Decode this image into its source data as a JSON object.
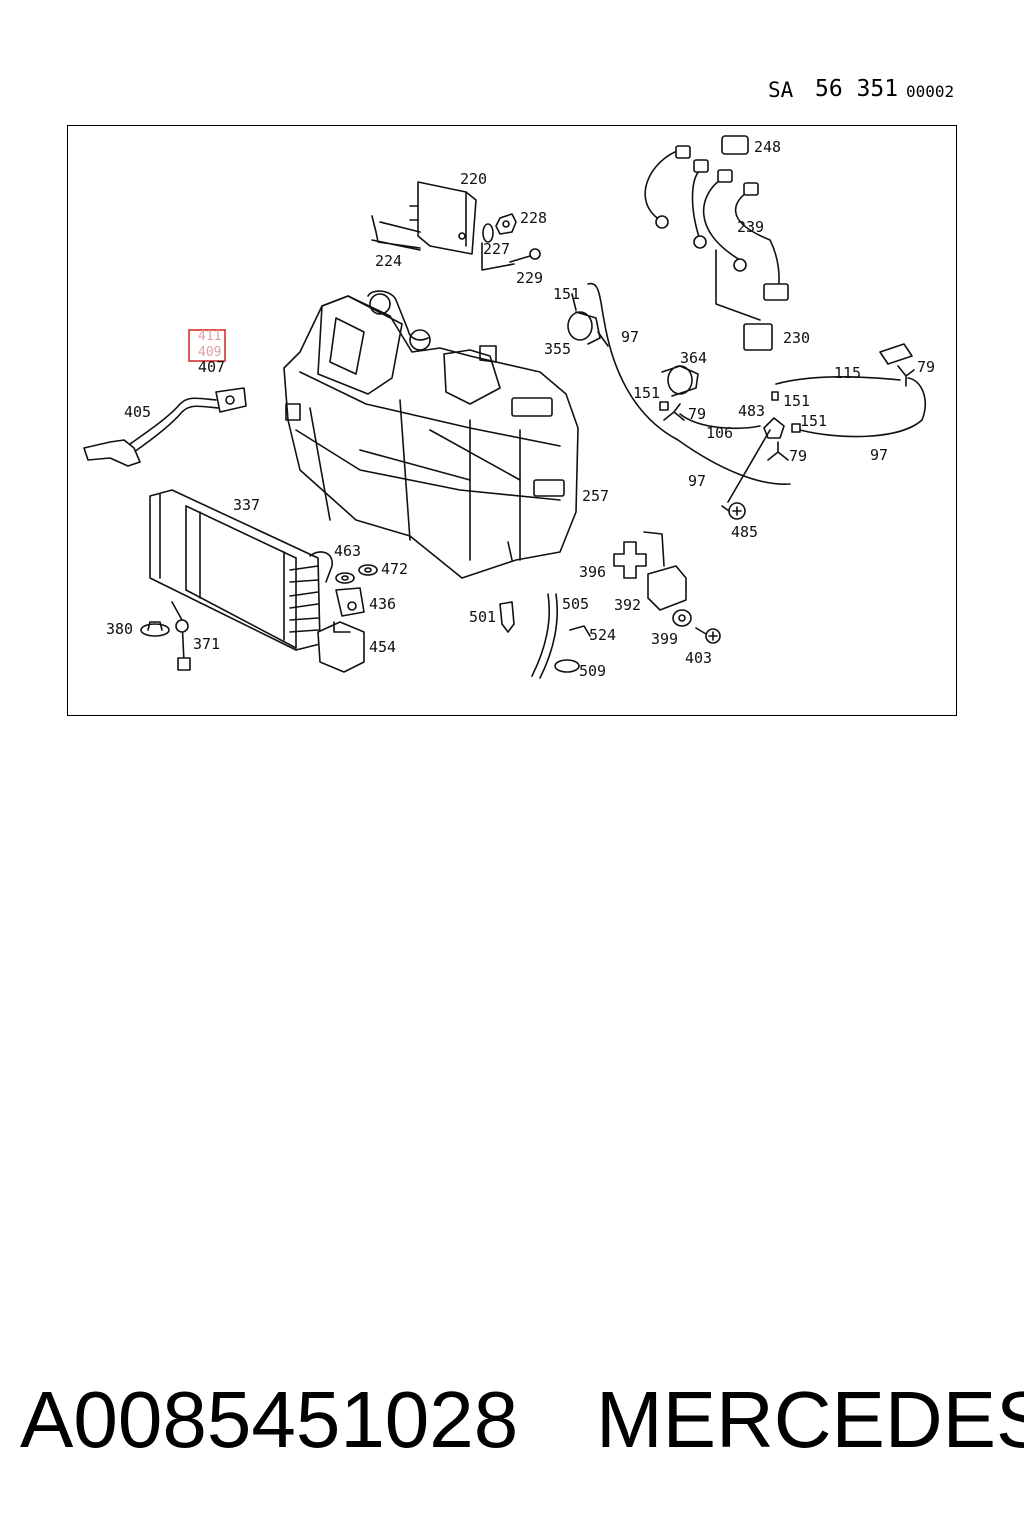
{
  "header": {
    "sa": "SA",
    "group": "56 351",
    "code": "00002"
  },
  "diagram": {
    "callouts": {
      "c248": "248",
      "c220": "220",
      "c228": "228",
      "c239": "239",
      "c227": "227",
      "c224": "224",
      "c229": "229",
      "c151a": "151",
      "c97a": "97",
      "c230": "230",
      "c411": "411",
      "c409": "409",
      "c407": "407",
      "c355": "355",
      "c364": "364",
      "c115": "115",
      "c79a": "79",
      "c405": "405",
      "c151b": "151",
      "c79b": "79",
      "c483": "483",
      "c151c": "151",
      "c151d": "151",
      "c106": "106",
      "c79c": "79",
      "c97b": "97",
      "c97c": "97",
      "c257": "257",
      "c337": "337",
      "c485": "485",
      "c463": "463",
      "c472": "472",
      "c396": "396",
      "c436": "436",
      "c505": "505",
      "c392": "392",
      "c501": "501",
      "c380": "380",
      "c524": "524",
      "c399": "399",
      "c371": "371",
      "c454": "454",
      "c509": "509",
      "c403": "403"
    },
    "highlight_color": "#d93030"
  },
  "footer": {
    "part_number": "A0085451028",
    "brand": "MERCEDES"
  }
}
